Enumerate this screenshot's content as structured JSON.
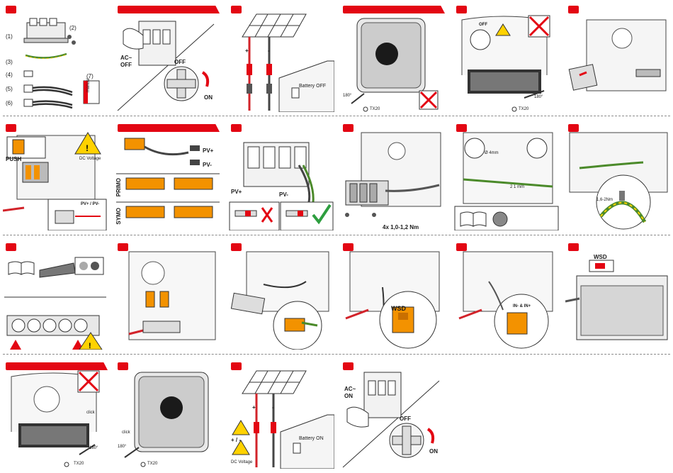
{
  "colors": {
    "accent": "#e30613",
    "warning": "#ffd200",
    "pv_plus": "#d2232a",
    "ok": "#2e9e3f",
    "terminal": "#f39200"
  },
  "icons": [
    "manual-book-icon",
    "warning-triangle-icon",
    "no-battery-icon",
    "screwdriver-icon",
    "torx-icon",
    "checkmark-icon",
    "cross-icon"
  ],
  "steps": {
    "s1": {
      "labels": [
        "(1)",
        "(2)",
        "(3)",
        "(4)",
        "(5)",
        "(6)",
        "(7)"
      ],
      "manual": "manual"
    },
    "s2": {
      "ac_off": [
        "AC~",
        "OFF"
      ],
      "off": "OFF",
      "on": "ON"
    },
    "s3": {
      "plus": "+",
      "minus": "-",
      "battery": "Battery OFF"
    },
    "s4": {
      "angle": "180°",
      "tool": "TX20"
    },
    "s5": {
      "off": "OFF",
      "angle": "180°",
      "tool": "TX20"
    },
    "s7": {
      "push": "PUSH",
      "warning": "DC Voltage",
      "pv": "PV+ / PV-"
    },
    "s8": {
      "pv_plus": "PV+",
      "pv_minus": "PV-",
      "primo": "PRIMO",
      "symo": "SYMO"
    },
    "s9": {
      "pv_plus": "PV+",
      "pv_minus": "PV-"
    },
    "s10": {
      "torque": "4x 1,0-1,2 Nm"
    },
    "s11": {
      "m1": "Ø 4mm",
      "m2": "2 1 mm"
    },
    "s12": {
      "torque": "1,6-2Nm"
    },
    "s16": {
      "wsd": "WSD"
    },
    "s17": {
      "in": "IN- & IN+"
    },
    "s18": {
      "wsd": "WSD"
    },
    "s19": {
      "click": "click",
      "angle": "180°",
      "tool": "TX20"
    },
    "s20": {
      "click": "click",
      "angle": "180°",
      "tool": "TX20"
    },
    "s21": {
      "plus": "+",
      "minus": "-",
      "pm": "+ / -",
      "warning": "DC Voltage",
      "battery": "Battery ON"
    },
    "s22": {
      "ac_on": [
        "AC~",
        "ON"
      ],
      "off": "OFF",
      "on": "ON"
    }
  }
}
